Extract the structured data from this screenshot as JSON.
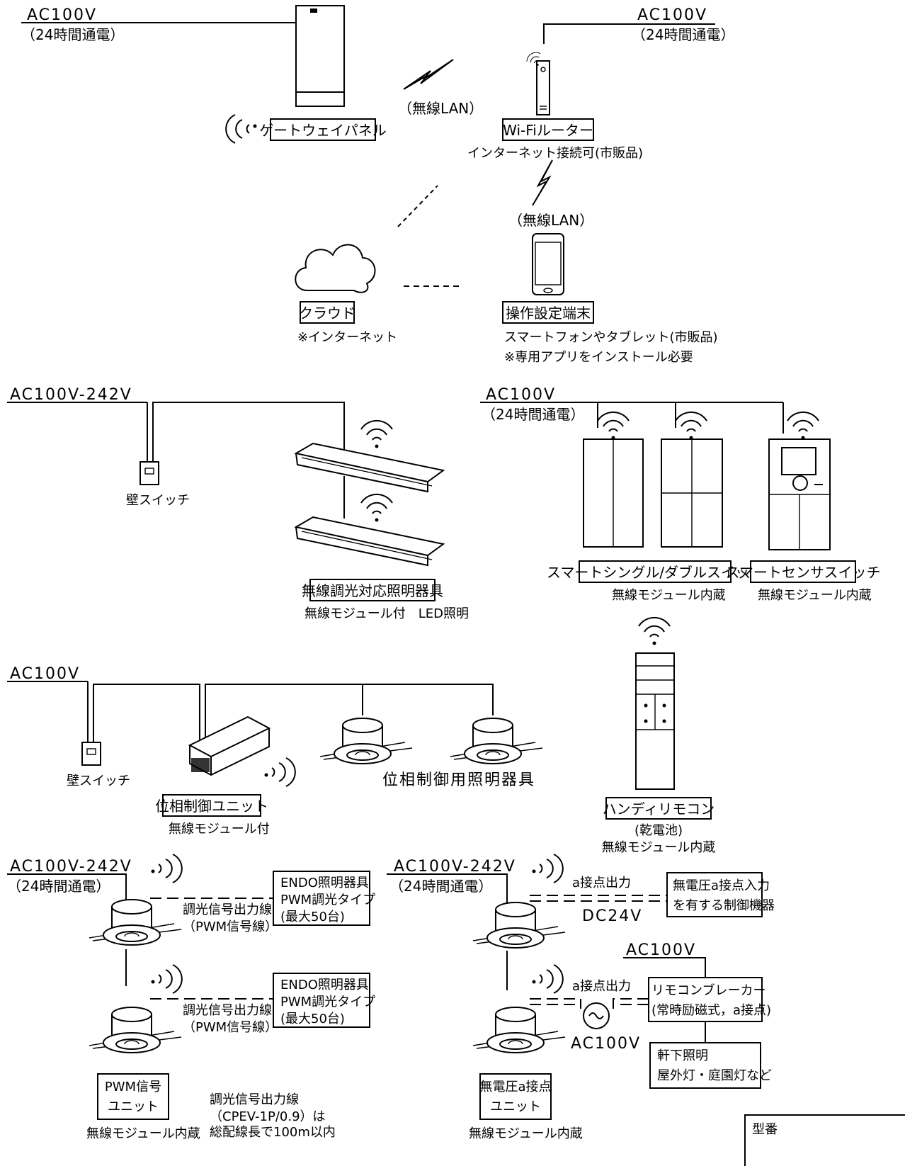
{
  "gateway": {
    "power": "AC100V",
    "power_note": "（24時間通電）",
    "label": "ゲートウェイパネル"
  },
  "wireless_lan_1": "（無線LAN）",
  "router": {
    "power": "AC100V",
    "power_note": "（24時間通電）",
    "label": "Wi-Fiルーター",
    "sub": "インターネット接続可(市販品)"
  },
  "wireless_lan_2": "（無線LAN）",
  "cloud": {
    "label": "クラウド",
    "sub": "※インターネット"
  },
  "terminal": {
    "label": "操作設定端末",
    "sub1": "スマートフォンやタブレット(市販品)",
    "sub2": "※専用アプリをインストール必要"
  },
  "lighting_section": {
    "power": "AC100V-242V",
    "switch": "壁スイッチ",
    "label": "無線調光対応照明器具",
    "sub": "無線モジュール付　LED照明"
  },
  "smart_switch_section": {
    "power": "AC100V",
    "power_note": "（24時間通電）",
    "single_double": {
      "label": "スマートシングル/ダブルスイッチ",
      "sub": "無線モジュール内蔵"
    },
    "sensor": {
      "label": "スマートセンサスイッチ",
      "sub": "無線モジュール内蔵"
    }
  },
  "phase_section": {
    "power": "AC100V",
    "switch": "壁スイッチ",
    "unit_label": "位相制御ユニット",
    "unit_sub": "無線モジュール付",
    "fixtures": "位相制御用照明器具"
  },
  "remote": {
    "label": "ハンディリモコン",
    "sub1": "(乾電池)",
    "sub2": "無線モジュール内蔵"
  },
  "pwm_section": {
    "power": "AC100V-242V",
    "power_note": "（24時間通電）",
    "signal_line": "調光信号出力線",
    "signal_line_sub": "（PWM信号線）",
    "endo_box": [
      "ENDO照明器具",
      "PWM調光タイプ",
      "(最大50台)"
    ],
    "unit_box": [
      "PWM信号",
      "ユニット"
    ],
    "unit_sub": "無線モジュール内蔵",
    "note": [
      "調光信号出力線",
      "（CPEV-1P/0.9）は",
      "総配線長で100m以内"
    ]
  },
  "contact_section": {
    "power": "AC100V-242V",
    "power_note": "（24時間通電）",
    "output": "a接点出力",
    "dc": "DC24V",
    "device_box": [
      "無電圧a接点入力",
      "を有する制御機器"
    ],
    "ac_top": "AC100V",
    "breaker_box": [
      "リモコンブレーカー",
      "(常時励磁式，a接点)"
    ],
    "ac_source": "AC100V",
    "eaves_box": [
      "軒下照明",
      "屋外灯・庭園灯など"
    ],
    "unit_box": [
      "無電圧a接点",
      "ユニット"
    ],
    "unit_sub": "無線モジュール内蔵"
  },
  "model_label": "型番"
}
